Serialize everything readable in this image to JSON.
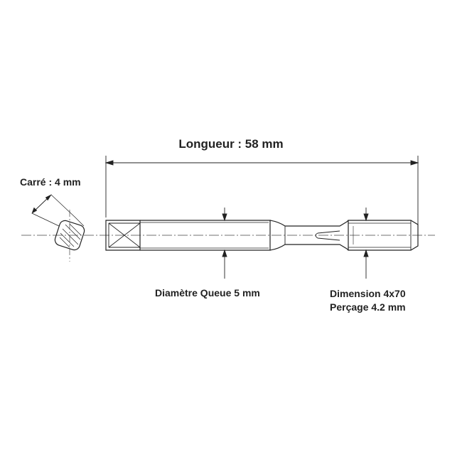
{
  "labels": {
    "length": "Longueur : 58 mm",
    "square": "Carré : 4 mm",
    "shank_diameter": "Diamètre Queue  5 mm",
    "dimension": "Dimension 4x70",
    "drilling": "Perçage 4.2 mm"
  },
  "colors": {
    "line": "#222222",
    "center_line": "#444444",
    "text": "#222222",
    "background": "#ffffff"
  }
}
